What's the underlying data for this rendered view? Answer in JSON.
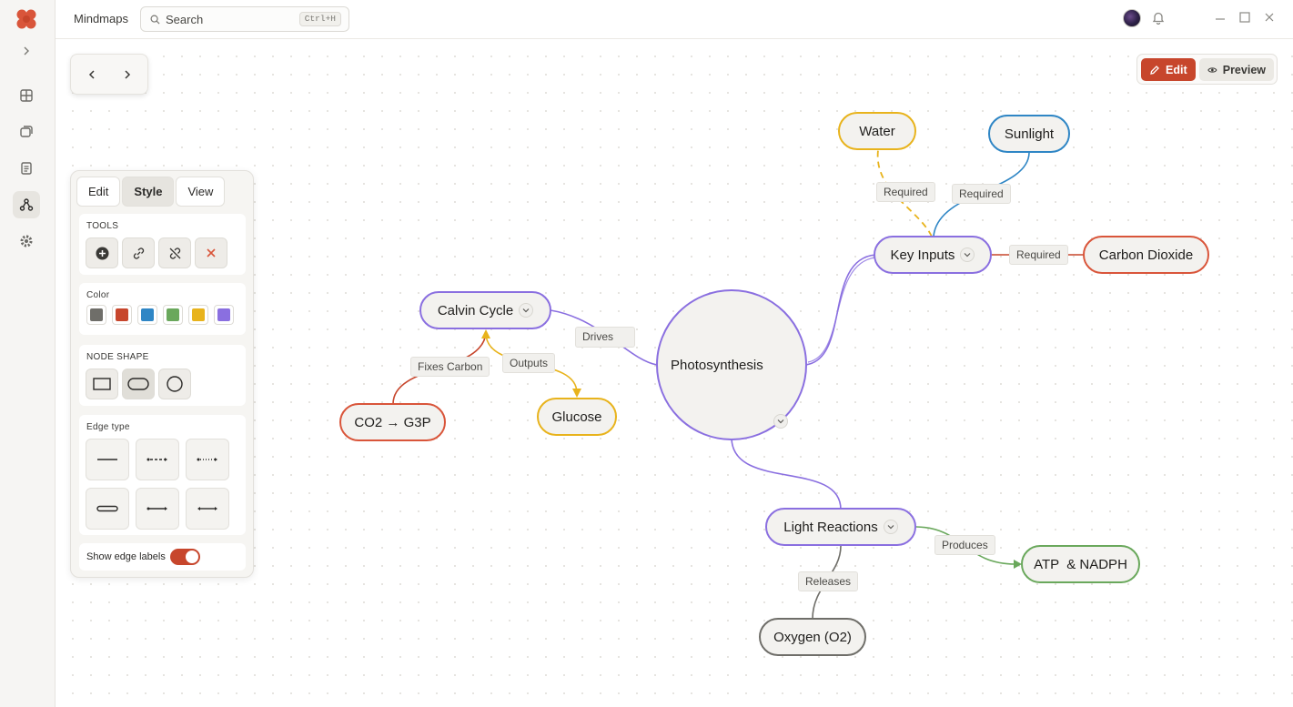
{
  "app": {
    "title": "Mindmaps"
  },
  "search": {
    "placeholder": "Search",
    "shortcut": "Ctrl+H"
  },
  "mode": {
    "edit_label": "Edit",
    "preview_label": "Preview"
  },
  "panel": {
    "tabs": [
      "Edit",
      "Style",
      "View"
    ],
    "active_tab": "Style",
    "tools_label": "TOOLS",
    "color_label": "Color",
    "colors": [
      "#6f6e69",
      "#c7462c",
      "#2f86c5",
      "#6aa85c",
      "#e8b31c",
      "#8a6fe0"
    ],
    "shape_label": "NODE SHAPE",
    "edge_label": "Edge type",
    "show_labels_text": "Show edge labels",
    "show_labels_on": true
  },
  "mindmap": {
    "nodes": {
      "photosynthesis": "Photosynthesis",
      "key_inputs": "Key Inputs",
      "water": "Water",
      "sunlight": "Sunlight",
      "carbon_dioxide": "Carbon Dioxide",
      "calvin_cycle": "Calvin Cycle",
      "co2_g3p": "CO2 → G3P",
      "glucose": "Glucose",
      "light_reactions": "Light Reactions",
      "atp_nadph": "ATP  & NADPH",
      "oxygen": "Oxygen (O2)"
    },
    "edge_labels": {
      "drives": "Drives",
      "required_water": "Required",
      "required_sunlight": "Required",
      "required_co2": "Required",
      "fixes_carbon": "Fixes Carbon",
      "outputs": "Outputs",
      "produces": "Produces",
      "releases": "Releases"
    }
  }
}
